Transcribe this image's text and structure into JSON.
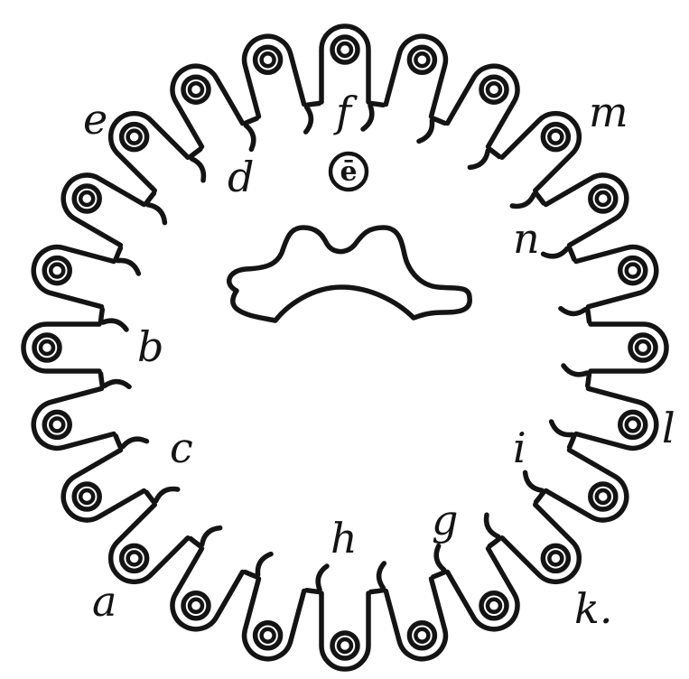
{
  "figure": {
    "labels": {
      "a": "a",
      "b": "b",
      "c": "c",
      "d": "d",
      "e": "e",
      "f": "f",
      "g": "g",
      "h": "h",
      "i": "i",
      "k": "k.",
      "l": "l",
      "m": "m",
      "n": "n"
    },
    "center_symbol": "ē",
    "lobe_count": 24
  }
}
